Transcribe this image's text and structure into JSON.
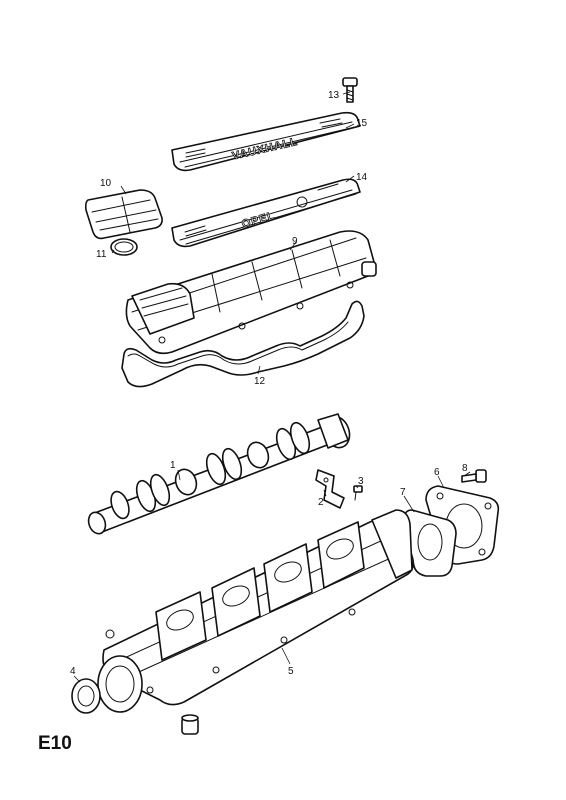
{
  "figure": {
    "page_code": "E10",
    "callouts": [
      "1",
      "2",
      "3",
      "4",
      "5",
      "6",
      "7",
      "8",
      "9",
      "10",
      "11",
      "12",
      "13",
      "14",
      "15"
    ],
    "cover_logos": {
      "upper_cover": "VAUXHALL",
      "lower_cover": "OPEL"
    }
  }
}
